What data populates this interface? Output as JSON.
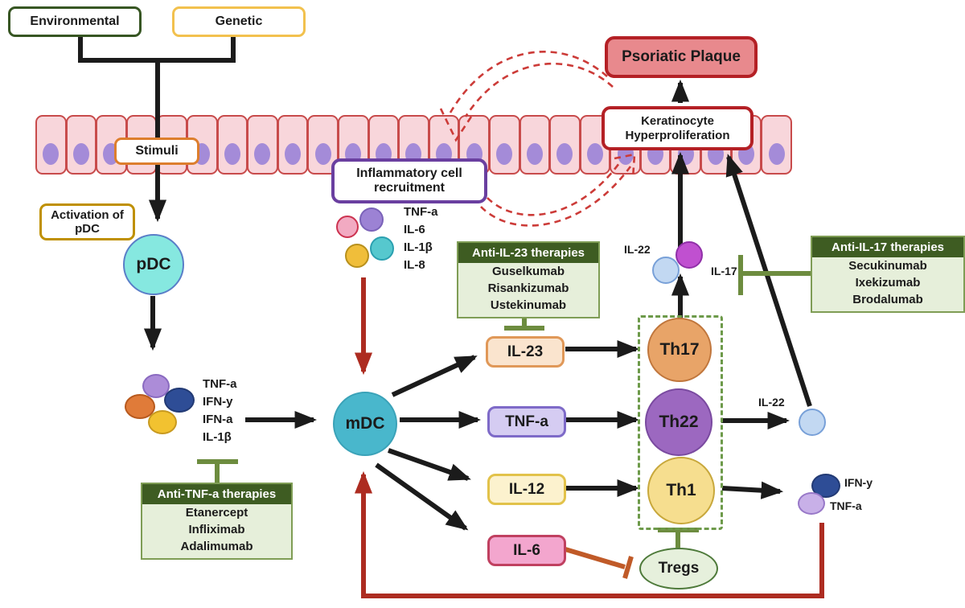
{
  "colors": {
    "black_arrow": "#1b1b1b",
    "red_arrow": "#ad2c21",
    "dashed_red": "#cc3b38",
    "green_inhibitor": "#6d8c3f",
    "orange_inhibitor": "#c05a28",
    "therapy_header_bg": "#3e5c22",
    "therapy_body_bg": "#e6efda",
    "cell_fill": "#f8d6db",
    "cell_border": "#c84b4b",
    "nucleus_fill": "#a48bd8",
    "pdc_fill": "#86e8e0",
    "mdc_fill": "#49b7cc"
  },
  "top_inputs": {
    "environmental": "Environmental",
    "genetic": "Genetic",
    "stimuli": "Stimuli"
  },
  "epithelium": {
    "cell_count": 25
  },
  "pdc_pathway": {
    "activation": "Activation of pDC",
    "pdc": "pDC",
    "cytokines": [
      "TNF-a",
      "IFN-y",
      "IFN-a",
      "IL-1β"
    ]
  },
  "anti_tnf": {
    "title": "Anti-TNF-a therapies",
    "drugs": [
      "Etanercept",
      "Infliximab",
      "Adalimumab"
    ]
  },
  "inflammatory": {
    "label": "Inflammatory cell recruitment",
    "cytokines": [
      "TNF-a",
      "IL-6",
      "IL-1β",
      "IL-8"
    ]
  },
  "mdc": {
    "label": "mDC"
  },
  "mediators": {
    "il23": "IL-23",
    "tnfa": "TNF-a",
    "il12": "IL-12",
    "il6": "IL-6"
  },
  "anti_il23": {
    "title": "Anti-IL-23 therapies",
    "drugs": [
      "Guselkumab",
      "Risankizumab",
      "Ustekinumab"
    ]
  },
  "anti_il17": {
    "title": "Anti-IL-17 therapies",
    "drugs": [
      "Secukinumab",
      "Ixekizumab",
      "Brodalumab"
    ]
  },
  "tcells": {
    "th17": "Th17",
    "th22": "Th22",
    "th1": "Th1",
    "tregs": "Tregs"
  },
  "outputs": {
    "il22_top": "IL-22",
    "il17": "IL-17",
    "il22_right": "IL-22",
    "ifn_y": "IFN-y",
    "tnf_a": "TNF-a"
  },
  "keratinocyte": {
    "label": "Keratinocyte Hyperproliferation"
  },
  "plaque": {
    "label": "Psoriatic Plaque"
  }
}
